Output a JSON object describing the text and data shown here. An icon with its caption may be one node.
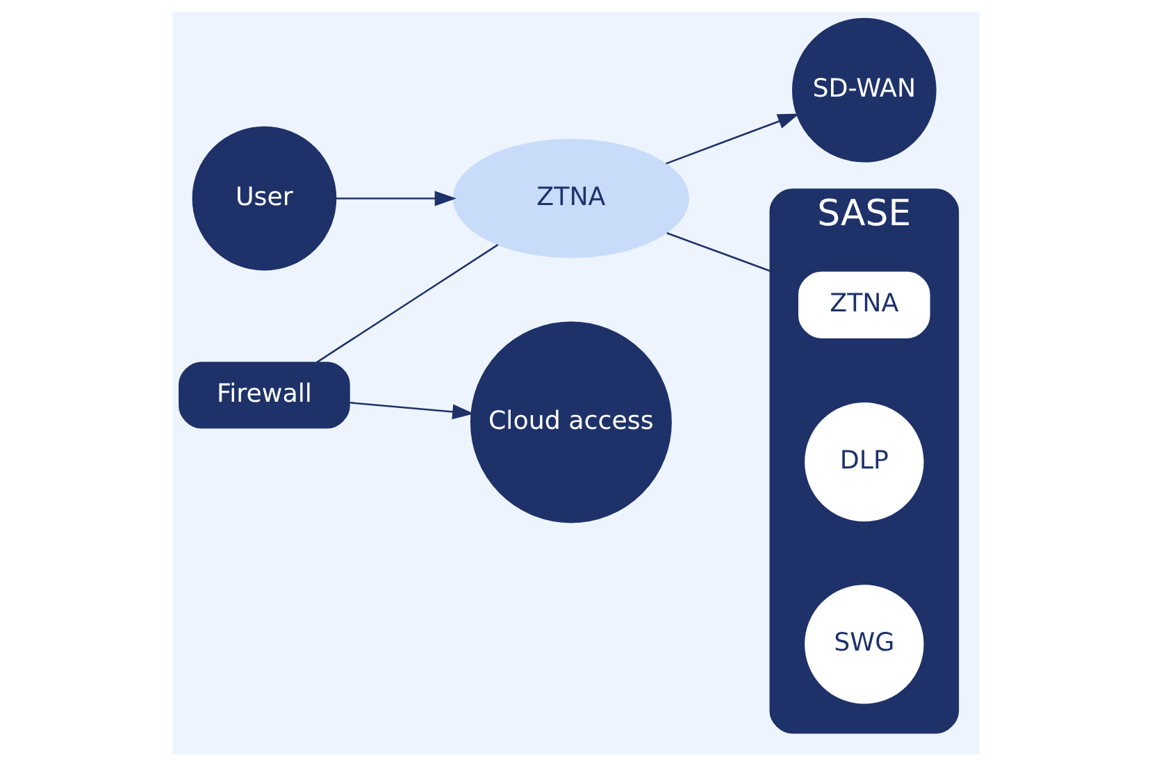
{
  "diagram": {
    "nodes": [
      {
        "text": [
          "User"
        ]
      },
      {
        "text": [
          "ZTNA"
        ]
      },
      {
        "text": [
          "Firewall"
        ]
      },
      {
        "text": [
          "SD-WAN"
        ]
      },
      {
        "text": [
          "Cloud access"
        ]
      },
      {
        "text": [
          "SASE"
        ]
      },
      {
        "text": [
          "ZTNA"
        ],
        "in": 5
      },
      {
        "text": [
          "DLP"
        ],
        "in": 5
      },
      {
        "text": [
          "SWG"
        ],
        "in": 5
      }
    ],
    "edges": [
      {
        "from": 0,
        "to": 1,
        "arrow": "to"
      },
      {
        "from": 2,
        "to": 1,
        "arrow": "none"
      },
      {
        "from": 1,
        "to": 3,
        "arrow": "to"
      },
      {
        "from": 1,
        "to": 5,
        "arrow": "none"
      },
      {
        "from": 2,
        "to": 4,
        "arrow": "to"
      }
    ]
  }
}
